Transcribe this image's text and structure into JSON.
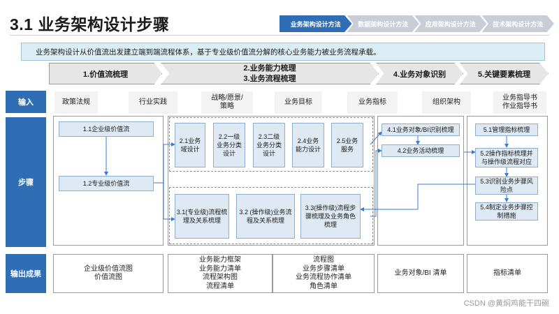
{
  "title": "3.1 业务架构设计步骤",
  "tabs": [
    "业务架构设计方法",
    "数据架构设计方法",
    "应用架构设计方法",
    "技术架构设计方法"
  ],
  "intro": "业务架构设计从价值流出发建立端到端流程体系，基于专业级价值流分解的核心业务能力被业务流程承载。",
  "phases": {
    "p1": "1.价值流梳理",
    "p2a": "2.业务能力梳理",
    "p2b": "3.业务流程梳理",
    "p4": "4.业务对象识别",
    "p5": "5.关键要素梳理"
  },
  "row_labels": {
    "input": "输入",
    "steps": "步骤",
    "output": "输出成果"
  },
  "inputs": {
    "i1": "政策法规",
    "i2": "行业实践",
    "i3": "战略/愿景/\n策略",
    "i4": "业务目标",
    "i5": "业务指标",
    "i6": "组织架构",
    "i7": "业务指导书\n作业指导书"
  },
  "steps": {
    "s1_1": "1.1企业级价值流",
    "s1_2": "1.2专业级价值流",
    "s2_1": "2.1业务\n域设计",
    "s2_2": "2.2一级\n业务分类\n设计",
    "s2_3": "2.3二级\n业务分类\n设计",
    "s2_4": "2.4业务\n能力设计",
    "s2_5": "2.5业务\n服务",
    "s3_1": "3.1(专业级)流程梳\n理及关系梳理",
    "s3_2": "3.2 (操作级)业务流\n程及关系梳理",
    "s3_3": "3.3(操作级)流程步\n骤梳理及业务角色\n梳理",
    "s4_1": "4.1业务对象/BI识别梳理",
    "s4_2": "4.2业务活动梳理",
    "s5_1": "5.1管理指标梳理",
    "s5_2": "5.2操作指标梳理并\n与操作级流程对应",
    "s5_3": "5.3识别业务步骤风\n险点",
    "s5_4": "5.4制定业务步骤控\n制措施"
  },
  "outputs": {
    "o1": "企业级价值流图\n价值流图",
    "o2": "业务能力框架\n业务能力清单\n流程架构图\n流程清单",
    "o3": "流程图\n业务步骤清单\n业务流程协作清单\n角色清单",
    "o4": "业务对象/BI 清单",
    "o5": "指标清单"
  },
  "watermark": "CSDN @黄焖鸡能干四碗"
}
